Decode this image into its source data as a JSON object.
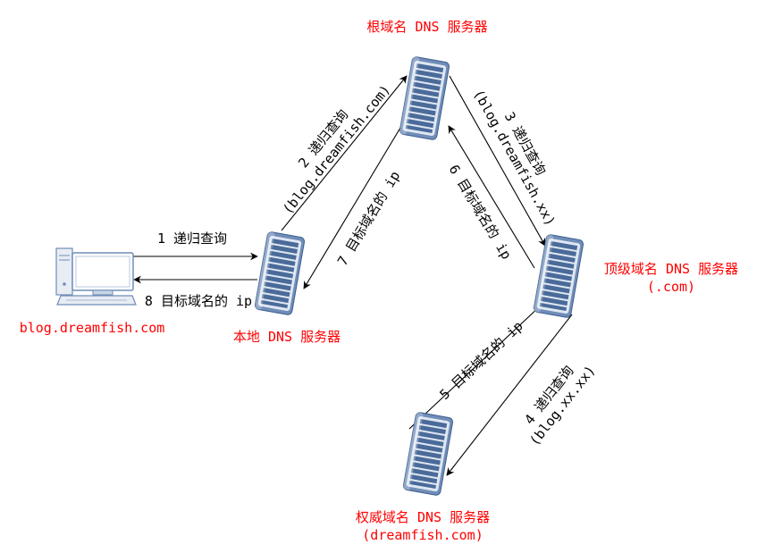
{
  "nodes": {
    "client": {
      "label": "blog.dreamfish.com"
    },
    "local_dns": {
      "label": "本地 DNS 服务器"
    },
    "root_dns": {
      "label": "根域名 DNS 服务器"
    },
    "tld_dns": {
      "label_line1": "顶级域名 DNS 服务器",
      "label_line2": "(.com)"
    },
    "auth_dns": {
      "label_line1": "权威域名 DNS 服务器",
      "label_line2": "(dreamfish.com)"
    }
  },
  "edges": {
    "e1": {
      "label": "1 递归查询"
    },
    "e2": {
      "label_line1": "2 递归查询",
      "label_line2": "(blog.dreamfish.com)"
    },
    "e3": {
      "label_line1": "3 递归查询",
      "label_line2": "(blog.dreamfish.xx)"
    },
    "e4": {
      "label_line1": "4 递归查询",
      "label_line2": "(blog.xx.xx)"
    },
    "e5": {
      "label": "5 目标域名的 ip"
    },
    "e6": {
      "label": "6 目标域名的 ip"
    },
    "e7": {
      "label": "7 目标域名的 ip"
    },
    "e8": {
      "label": "8 目标域名的 ip"
    }
  },
  "colors": {
    "node_label": "#ff0000",
    "edge_label": "#000000",
    "server_body": "#5b7ba8",
    "server_face": "#dfe7f2"
  }
}
